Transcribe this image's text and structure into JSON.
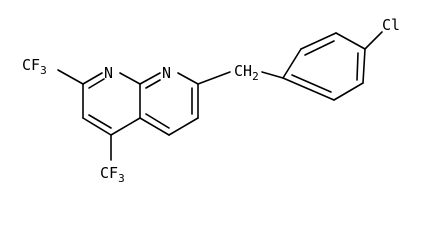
{
  "structure": {
    "labels": {
      "n_left": "N",
      "n_right": "N",
      "cl": "Cl",
      "cf3_top_main": "CF",
      "cf3_top_sub": "3",
      "cf3_bottom_main": "CF",
      "cf3_bottom_sub": "3",
      "ch2_main": "CH",
      "ch2_sub": "2"
    }
  }
}
